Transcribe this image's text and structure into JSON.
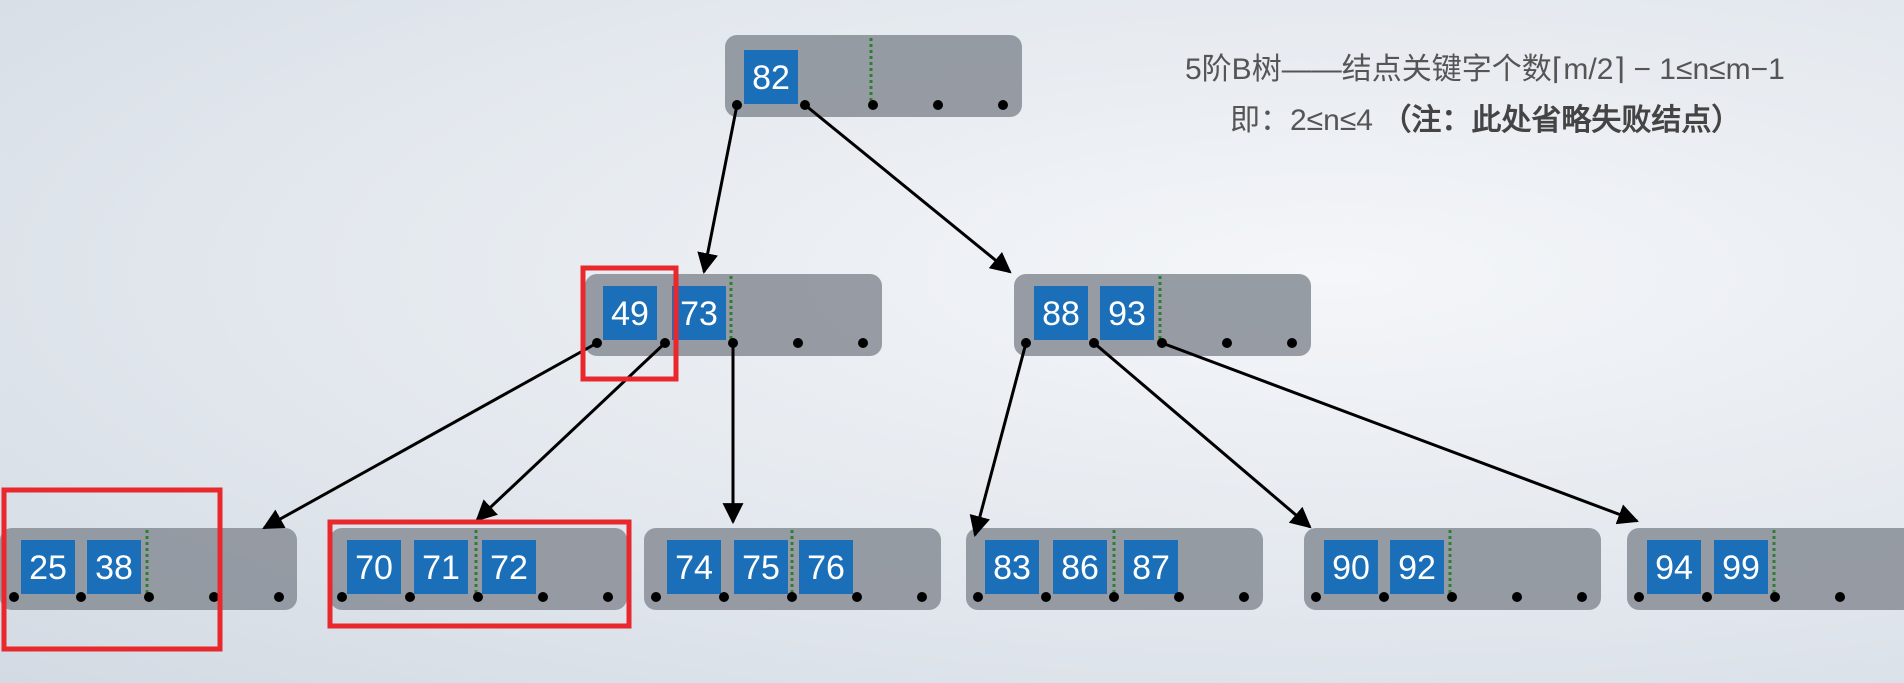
{
  "caption": {
    "line1": "5阶B树——结点关键字个数⌈m/2⌉ − 1≤n≤m−1",
    "line2_main": "即：2≤n≤4 ",
    "line2_note": "（注：此处省略失败结点）"
  },
  "tree": {
    "root": [
      "82"
    ],
    "level2": [
      [
        "49",
        "73"
      ],
      [
        "88",
        "93"
      ]
    ],
    "level3": [
      [
        "25",
        "38"
      ],
      [
        "70",
        "71",
        "72"
      ],
      [
        "74",
        "75",
        "76"
      ],
      [
        "83",
        "86",
        "87"
      ],
      [
        "90",
        "92"
      ],
      [
        "94",
        "99"
      ]
    ],
    "highlighted": [
      "49",
      "25 38",
      "70 71 72"
    ]
  },
  "colors": {
    "node_bg": "#8e949c",
    "key_bg": "#1a6fb8",
    "key_text": "#ffffff",
    "highlight": "#e8282c",
    "divider": "#2f7d32",
    "edge": "#000000"
  }
}
